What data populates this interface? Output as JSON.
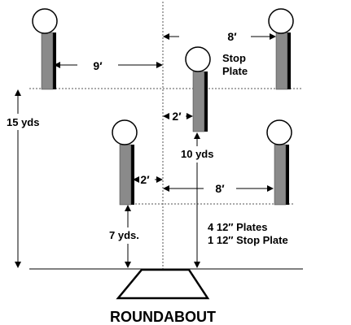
{
  "title": "ROUNDABOUT",
  "dimensions": {
    "top_right_spacing": "8′",
    "top_left_spacing": "9′",
    "stop_offset": "2′",
    "lower_left_offset": "2′",
    "lower_right_spacing": "8′",
    "back_row_distance": "15 yds",
    "stop_plate_distance": "10 yds",
    "front_row_distance": "7 yds."
  },
  "labels": {
    "stop_plate_line1": "Stop",
    "stop_plate_line2": "Plate",
    "summary_line1": "4 12″ Plates",
    "summary_line2": "1 12″ Stop Plate"
  },
  "legend": [],
  "colors": {
    "post_fill": "#8a8a8a",
    "post_shadow": "#000000",
    "plate_fill": "#ffffff",
    "line": "#000000",
    "guide": "#555555"
  }
}
